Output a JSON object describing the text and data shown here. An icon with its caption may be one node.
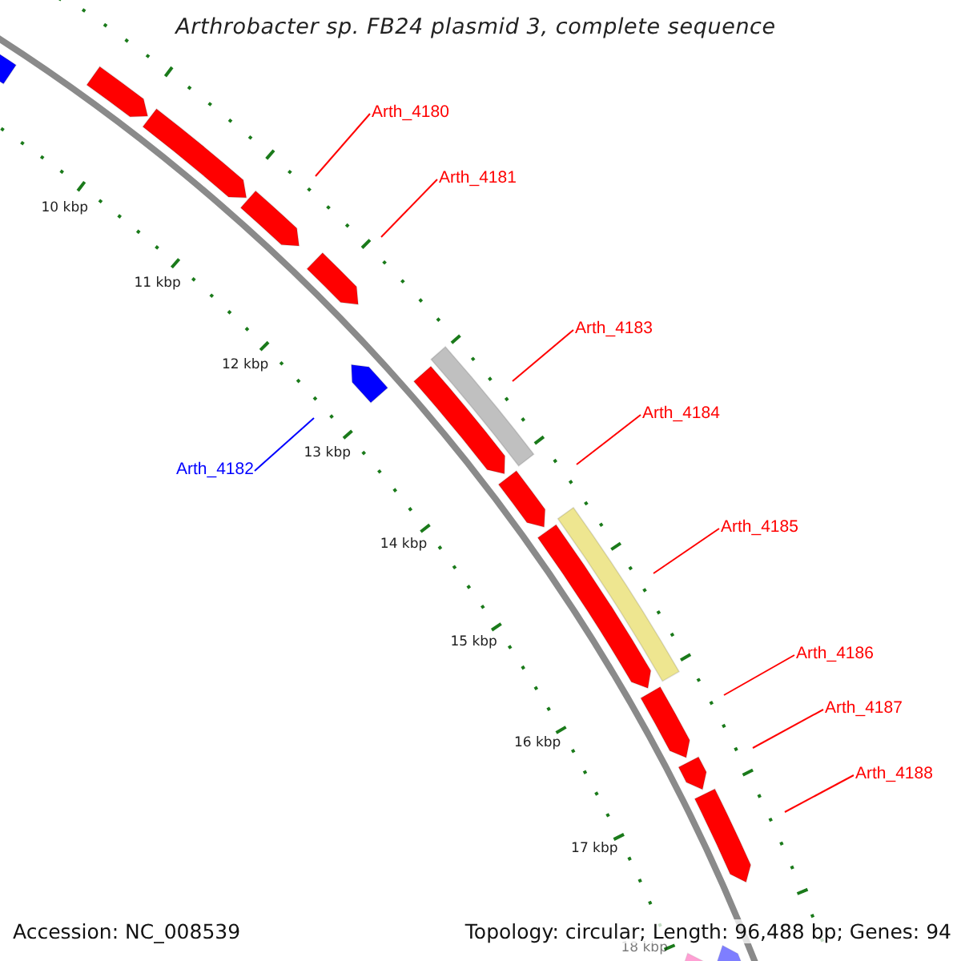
{
  "diagram": {
    "title": "Arthrobacter sp. FB24 plasmid 3, complete sequence",
    "nodes": [
      {
        "text": [
          "Arth_4180"
        ]
      },
      {
        "text": [
          "Arth_4181"
        ]
      },
      {
        "text": [
          "Arth_4183"
        ]
      },
      {
        "text": [
          "Arth_4184"
        ]
      },
      {
        "text": [
          "Arth_4182"
        ]
      },
      {
        "text": [
          "Arth_4185"
        ]
      },
      {
        "text": [
          "Arth_4186"
        ]
      },
      {
        "text": [
          "Arth_4187"
        ]
      },
      {
        "text": [
          "Arth_4188"
        ]
      }
    ],
    "edges": [
      {
        "from": 0,
        "to": null,
        "arrow": "none"
      },
      {
        "from": 1,
        "to": null,
        "arrow": "none"
      },
      {
        "from": 2,
        "to": null,
        "arrow": "none"
      },
      {
        "from": 3,
        "to": null,
        "arrow": "none"
      },
      {
        "from": 4,
        "to": null,
        "arrow": "none",
        "color": "#0000ff"
      },
      {
        "from": 5,
        "to": null,
        "arrow": "none"
      },
      {
        "from": 6,
        "to": null,
        "arrow": "none"
      },
      {
        "from": 7,
        "to": null,
        "arrow": "none"
      },
      {
        "from": 8,
        "to": null,
        "arrow": "none"
      }
    ],
    "labels": [
      "10 kbp",
      "11 kbp",
      "12 kbp",
      "13 kbp",
      "14 kbp",
      "15 kbp",
      "16 kbp",
      "17 kbp",
      "18 kbp",
      "Accession: NC_008539",
      "Topology: circular; Length: 96,488 bp; Genes: 94"
    ]
  }
}
